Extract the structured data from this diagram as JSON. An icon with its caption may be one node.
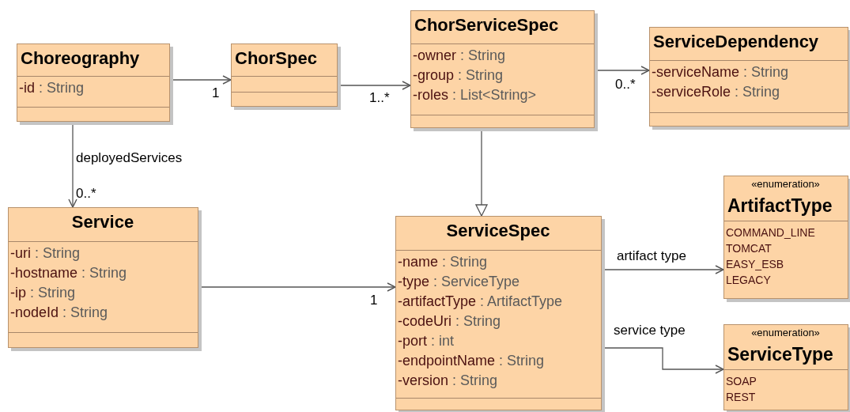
{
  "diagram": {
    "nodes": [
      {
        "text": [
          "Choreography",
          "-id : String"
        ]
      },
      {
        "text": [
          "ChorSpec"
        ]
      },
      {
        "text": [
          "ChorServiceSpec",
          "-owner : String",
          "-group : String",
          "-roles : List<String>"
        ]
      },
      {
        "text": [
          "ServiceDependency",
          "-serviceName : String",
          "-serviceRole : String"
        ]
      },
      {
        "text": [
          "Service",
          "-uri : String",
          "-hostname : String",
          "-ip : String",
          "-nodeId : String"
        ]
      },
      {
        "text": [
          "ServiceSpec",
          "-name : String",
          "-type : ServiceType",
          "-artifactType : ArtifactType",
          "-codeUri : String",
          "-port : int",
          "-endpointName : String",
          "-version : String"
        ]
      },
      {
        "text": [
          "«enumeration»",
          "ArtifactType",
          "COMMAND_LINE",
          "TOMCAT",
          "EASY_ESB",
          "LEGACY"
        ]
      },
      {
        "text": [
          "«enumeration»",
          "ServiceType",
          "SOAP",
          "REST"
        ]
      }
    ],
    "edges": [
      {
        "from": 0,
        "to": 1,
        "arrow": "to"
      },
      {
        "from": 1,
        "to": 2,
        "arrow": "to"
      },
      {
        "from": 2,
        "to": 3,
        "arrow": "to"
      },
      {
        "from": 0,
        "to": 4,
        "arrow": "to",
        "label": "deployedServices"
      },
      {
        "from": 2,
        "to": 5,
        "arrow": "to"
      },
      {
        "from": 4,
        "to": 5,
        "arrow": "to"
      },
      {
        "from": 5,
        "to": 6,
        "arrow": "to",
        "label": "artifact type"
      },
      {
        "from": 5,
        "to": 7,
        "arrow": "to",
        "label": "service type"
      }
    ],
    "labels": [
      "0..*",
      "1",
      "1..*",
      "0..*",
      "1"
    ]
  }
}
